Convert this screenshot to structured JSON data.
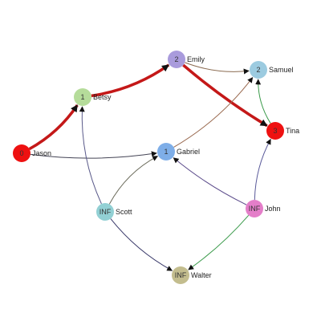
{
  "graph": {
    "nodes": [
      {
        "id": "jason",
        "name": "Jason",
        "distance": "0",
        "color": "#ee1111"
      },
      {
        "id": "betsy",
        "name": "Betsy",
        "distance": "1",
        "color": "#b5dc9a"
      },
      {
        "id": "emily",
        "name": "Emily",
        "distance": "2",
        "color": "#a99bdc"
      },
      {
        "id": "samuel",
        "name": "Samuel",
        "distance": "2",
        "color": "#9ccbe0"
      },
      {
        "id": "tina",
        "name": "Tina",
        "distance": "3",
        "color": "#ee1111"
      },
      {
        "id": "gabriel",
        "name": "Gabriel",
        "distance": "1",
        "color": "#7eaee8"
      },
      {
        "id": "scott",
        "name": "Scott",
        "distance": "INF",
        "color": "#92d0d4"
      },
      {
        "id": "john",
        "name": "John",
        "distance": "INF",
        "color": "#e47ec9"
      },
      {
        "id": "walter",
        "name": "Walter",
        "distance": "INF",
        "color": "#c3bd8e"
      }
    ],
    "edges": [
      {
        "from": "jason",
        "to": "betsy",
        "color": "#c41818",
        "highlighted": true
      },
      {
        "from": "betsy",
        "to": "emily",
        "color": "#c41818",
        "highlighted": true
      },
      {
        "from": "emily",
        "to": "tina",
        "color": "#c41818",
        "highlighted": true
      },
      {
        "from": "emily",
        "to": "samuel",
        "color": "#8a6a50",
        "highlighted": false
      },
      {
        "from": "tina",
        "to": "samuel",
        "color": "#3a9a4a",
        "highlighted": false
      },
      {
        "from": "jason",
        "to": "gabriel",
        "color": "#444455",
        "highlighted": false
      },
      {
        "from": "gabriel",
        "to": "samuel",
        "color": "#9a6a50",
        "highlighted": false
      },
      {
        "from": "scott",
        "to": "betsy",
        "color": "#5a5a8a",
        "highlighted": false
      },
      {
        "from": "scott",
        "to": "gabriel",
        "color": "#6a6a5a",
        "highlighted": false
      },
      {
        "from": "scott",
        "to": "walter",
        "color": "#3a3a6a",
        "highlighted": false
      },
      {
        "from": "john",
        "to": "gabriel",
        "color": "#5a4a8a",
        "highlighted": false
      },
      {
        "from": "john",
        "to": "tina",
        "color": "#5a5a9a",
        "highlighted": false
      },
      {
        "from": "john",
        "to": "walter",
        "color": "#3a9a4a",
        "highlighted": false
      }
    ]
  }
}
